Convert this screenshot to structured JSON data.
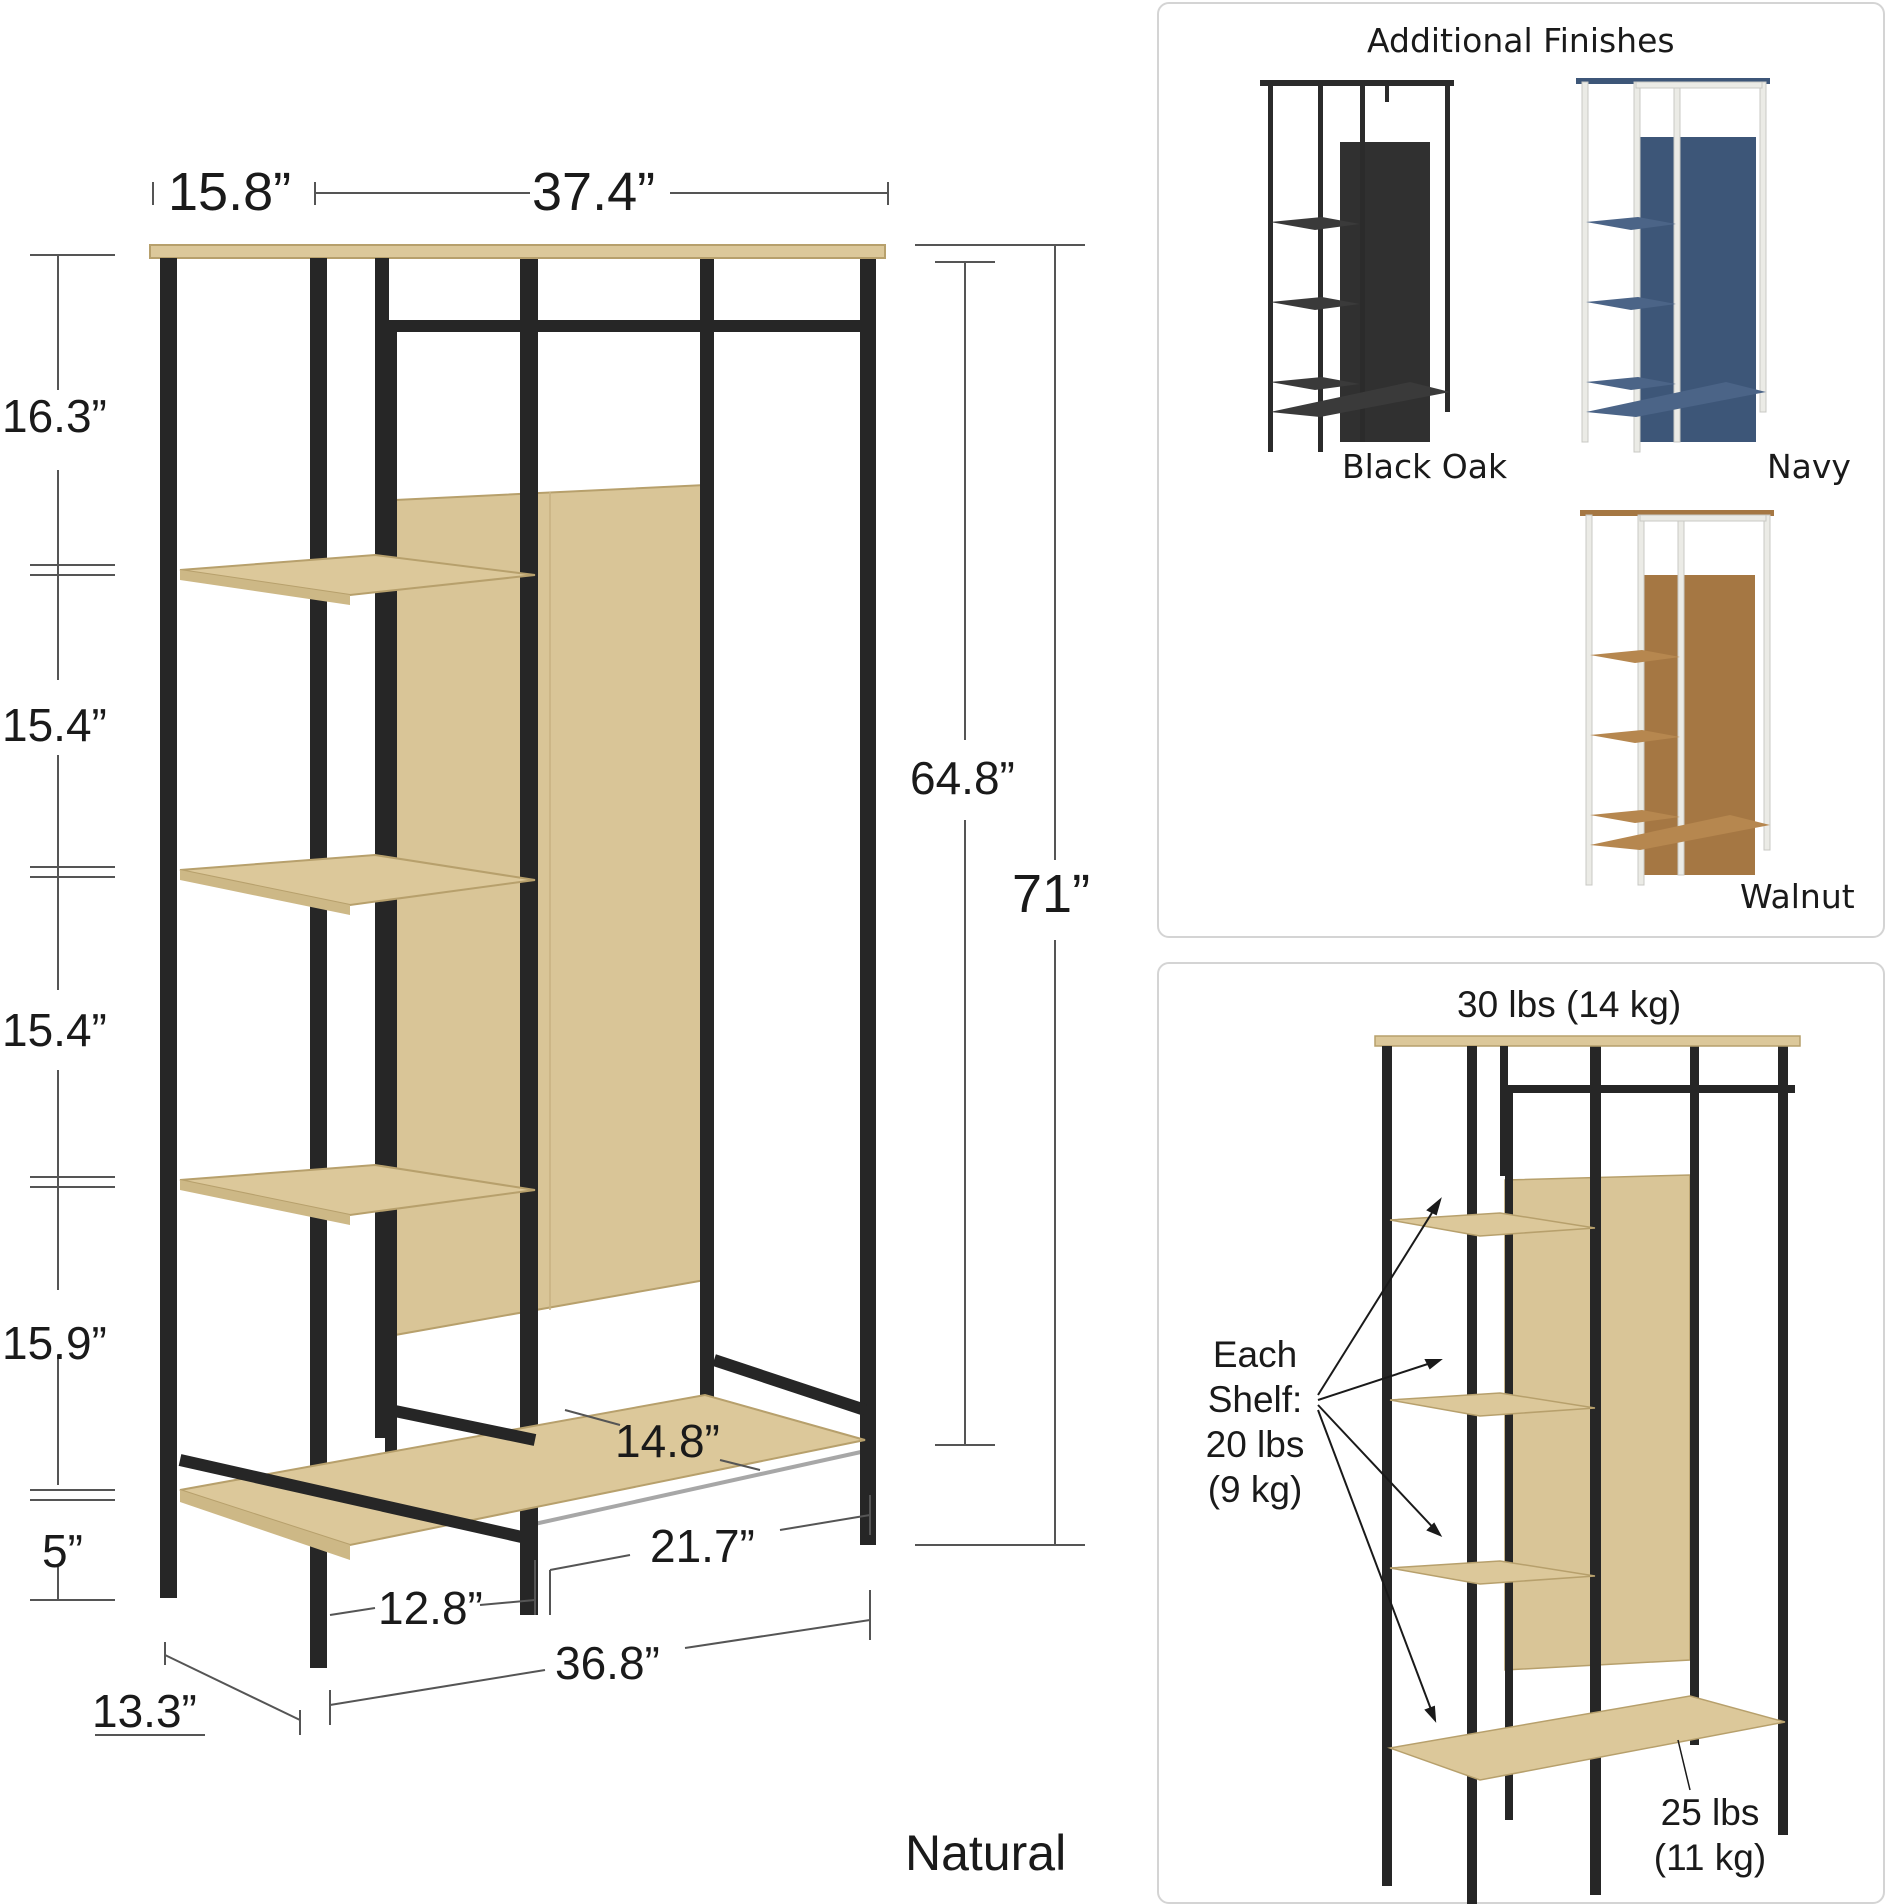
{
  "colors": {
    "frame": "#262626",
    "oak": "#dcc89a",
    "oak_edge": "#b7a06c",
    "black_oak": "#2b2b2b",
    "navy": "#3d5678",
    "white_frame": "#f1f1ee",
    "walnut": "#a57743"
  },
  "main": {
    "finish_label": "Natural",
    "dimensions": {
      "depth_top": "15.8”",
      "width_top": "37.4”",
      "tier_1": "16.3”",
      "tier_2": "15.4”",
      "tier_3": "15.4”",
      "tier_4": "15.9”",
      "base": "5”",
      "inner_height": "64.8”",
      "total_height": "71”",
      "shelf_depth": "14.8”",
      "hanging_width": "21.7”",
      "shelf_width": "12.8”",
      "base_width": "36.8”",
      "base_depth": "13.3”"
    }
  },
  "finishes_panel": {
    "title": "Additional Finishes",
    "items": [
      {
        "label": "Black Oak",
        "icon": "black-oak-wardrobe-icon"
      },
      {
        "label": "Navy",
        "icon": "navy-wardrobe-icon"
      },
      {
        "label": "Walnut",
        "icon": "walnut-wardrobe-icon"
      }
    ]
  },
  "weights_panel": {
    "top_capacity": "30 lbs (14 kg)",
    "shelf_capacity_lines": [
      "Each",
      "Shelf:",
      "20 lbs",
      "(9 kg)"
    ],
    "bottom_capacity_lines": [
      "25 lbs",
      "(11 kg)"
    ]
  }
}
